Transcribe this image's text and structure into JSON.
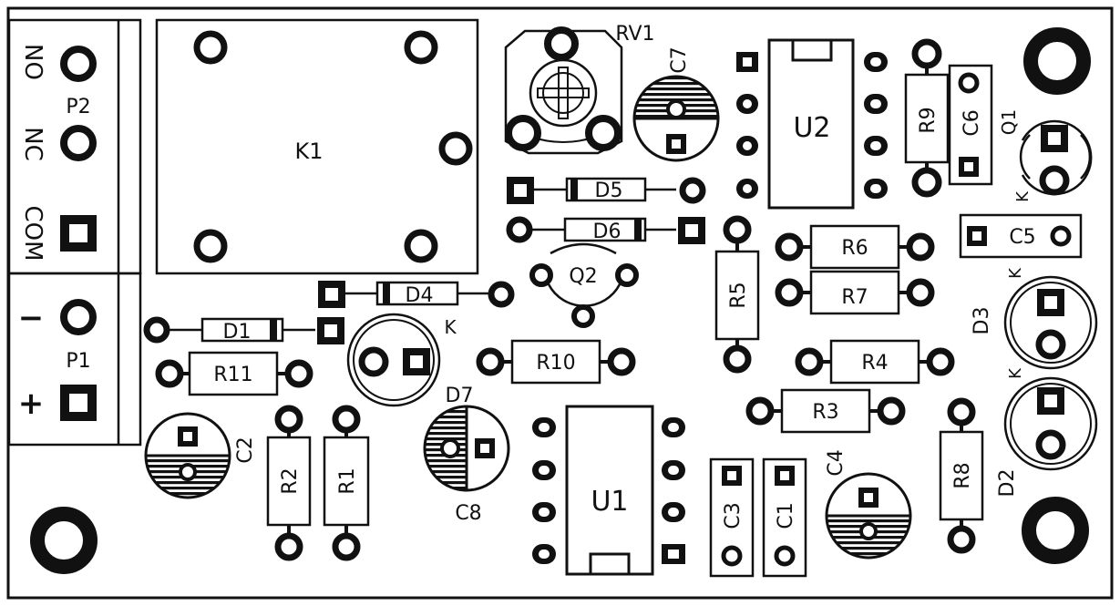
{
  "colors": {
    "ink": "#111111",
    "paper": "#ffffff"
  },
  "labels": {
    "k1": "K1",
    "rv1": "RV1",
    "c7": "C7",
    "u2": "U2",
    "r9": "R9",
    "c6": "C6",
    "q1": "Q1",
    "q1_k": "K",
    "no": "NO",
    "p2": "P2",
    "nc": "NC",
    "com": "COM",
    "minus": "−",
    "p1": "P1",
    "plus": "+",
    "d5": "D5",
    "d6": "D6",
    "d4": "D4",
    "q2": "Q2",
    "d1": "D1",
    "k_d7": "K",
    "r11": "R11",
    "r10": "R10",
    "d7": "D7",
    "c2": "C2",
    "r2": "R2",
    "r1": "R1",
    "c8": "C8",
    "u1": "U1",
    "c3": "C3",
    "c1": "C1",
    "c4": "C4",
    "r8": "R8",
    "d2": "D2",
    "d2_k": "K",
    "d3": "D3",
    "d3_k": "K",
    "r6": "R6",
    "r7": "R7",
    "r5": "R5",
    "r4": "R4",
    "r3": "R3",
    "c5": "C5"
  }
}
